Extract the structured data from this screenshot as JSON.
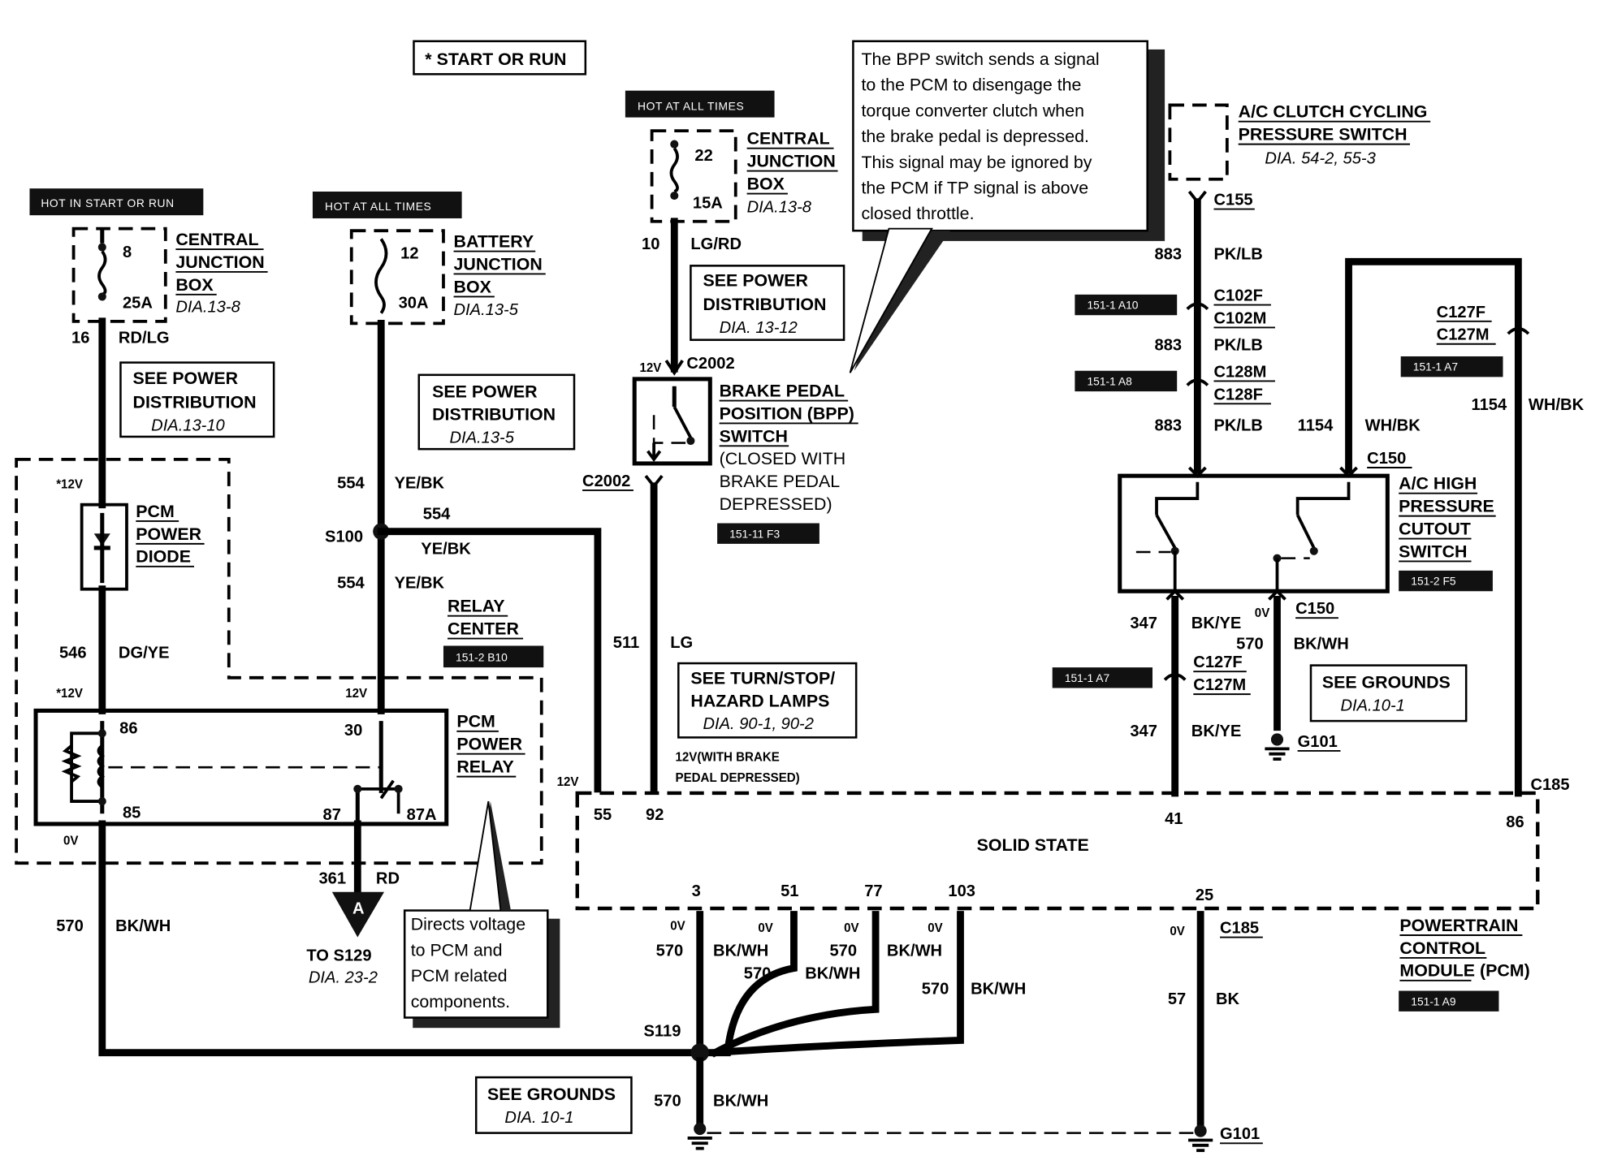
{
  "header": {
    "start_or_run": "* START OR RUN"
  },
  "sources": {
    "cjb_start_run": {
      "tag": "HOT IN START OR RUN",
      "fuse_number": "8",
      "fuse_rating": "25A",
      "name_line1": "CENTRAL",
      "name_line2": "JUNCTION",
      "name_line3": "BOX",
      "ref": "DIA.13-8"
    },
    "bjb": {
      "tag": "HOT AT ALL TIMES",
      "fuse_number": "12",
      "fuse_rating": "30A",
      "name_line1": "BATTERY",
      "name_line2": "JUNCTION",
      "name_line3": "BOX",
      "ref": "DIA.13-5"
    },
    "cjb_hot": {
      "tag": "HOT AT ALL TIMES",
      "fuse_number": "22",
      "fuse_rating": "15A",
      "name_line1": "CENTRAL",
      "name_line2": "JUNCTION",
      "name_line3": "BOX",
      "ref": "DIA.13-8"
    }
  },
  "references": {
    "power_dist_1": {
      "line1": "SEE POWER",
      "line2": "DISTRIBUTION",
      "ref": "DIA.13-10"
    },
    "power_dist_2": {
      "line1": "SEE POWER",
      "line2": "DISTRIBUTION",
      "ref": "DIA.13-5"
    },
    "power_dist_3": {
      "line1": "SEE POWER",
      "line2": "DISTRIBUTION",
      "ref": "DIA. 13-12"
    },
    "turn_stop": {
      "line1": "SEE TURN/STOP/",
      "line2": "HAZARD LAMPS",
      "ref": "DIA. 90-1, 90-2"
    },
    "grounds_right": {
      "line1": "SEE GROUNDS",
      "ref": "DIA.10-1"
    },
    "grounds_bottom": {
      "line1": "SEE GROUNDS",
      "ref": "DIA. 10-1"
    }
  },
  "components": {
    "pcm_diode": {
      "line1": "PCM",
      "line2": "POWER",
      "line3": "DIODE"
    },
    "pcm_relay": {
      "line1": "PCM",
      "line2": "POWER",
      "line3": "RELAY",
      "pin86": "86",
      "pin85": "85",
      "pin30": "30",
      "pin87": "87",
      "pin87a": "87A"
    },
    "relay_center": {
      "line1": "RELAY",
      "line2": "CENTER",
      "tag": "151-2 B10"
    },
    "bpp_switch": {
      "line1": "BRAKE PEDAL",
      "line2": "POSITION (BPP)",
      "line3": "SWITCH",
      "line4": "(CLOSED WITH",
      "line5": "BRAKE PEDAL",
      "line6": "DEPRESSED)",
      "tag": "151-11 F3"
    },
    "ac_cycling": {
      "line1": "A/C CLUTCH CYCLING",
      "line2": "PRESSURE SWITCH",
      "ref": "DIA. 54-2, 55-3"
    },
    "ac_high": {
      "line1": "A/C HIGH",
      "line2": "PRESSURE",
      "line3": "CUTOUT",
      "line4": "SWITCH",
      "tag": "151-2 F5"
    },
    "pcm": {
      "center": "SOLID STATE",
      "line1": "POWERTRAIN",
      "line2": "CONTROL",
      "line3": "MODULE (PCM)",
      "tag": "151-1 A9",
      "connector": "C185",
      "pins": [
        "55",
        "92",
        "41",
        "86",
        "3",
        "51",
        "77",
        "103",
        "25"
      ]
    }
  },
  "callouts": {
    "bpp_note": [
      "The BPP switch sends a signal",
      "to the PCM to disengage the",
      "torque converter clutch when",
      "the brake pedal is depressed.",
      "This signal may be ignored by",
      "the PCM if TP signal is above",
      "closed throttle."
    ],
    "relay_note": [
      "Directs voltage",
      "to PCM and",
      "PCM related",
      "components."
    ]
  },
  "wires": {
    "w16": {
      "circuit": "16",
      "color": "RD/LG"
    },
    "w546": {
      "circuit": "546",
      "color": "DG/YE"
    },
    "w570_left": {
      "circuit": "570",
      "color": "BK/WH"
    },
    "w554_a": {
      "circuit": "554",
      "color": "YE/BK"
    },
    "w554_b": {
      "circuit": "554",
      "color": "YE/BK"
    },
    "w554_c": {
      "circuit": "554",
      "color": "YE/BK"
    },
    "w361": {
      "circuit": "361",
      "color": "RD"
    },
    "w10": {
      "circuit": "10",
      "color": "LG/RD"
    },
    "w511": {
      "circuit": "511",
      "color": "LG"
    },
    "w883_a": {
      "circuit": "883",
      "color": "PK/LB"
    },
    "w883_b": {
      "circuit": "883",
      "color": "PK/LB"
    },
    "w883_c": {
      "circuit": "883",
      "color": "PK/LB"
    },
    "w1154_a": {
      "circuit": "1154",
      "color": "WH/BK"
    },
    "w1154_b": {
      "circuit": "1154",
      "color": "WH/BK"
    },
    "w347_a": {
      "circuit": "347",
      "color": "BK/YE"
    },
    "w347_b": {
      "circuit": "347",
      "color": "BK/YE"
    },
    "w570_r": {
      "circuit": "570",
      "color": "BK/WH"
    },
    "w570_g1": {
      "circuit": "570",
      "color": "BK/WH"
    },
    "w570_g2": {
      "circuit": "570",
      "color": "BK/WH"
    },
    "w570_g3": {
      "circuit": "570",
      "color": "BK/WH"
    },
    "w570_g4": {
      "circuit": "570",
      "color": "BK/WH"
    },
    "w570_bot": {
      "circuit": "570",
      "color": "BK/WH"
    },
    "w57": {
      "circuit": "57",
      "color": "BK"
    }
  },
  "connectors": {
    "s100": "S100",
    "s119": "S119",
    "c2002_a": "C2002",
    "c2002_b": "C2002",
    "c155": "C155",
    "c102f": "C102F",
    "c102m": "C102M",
    "c128m": "C128M",
    "c128f": "C128F",
    "c150_a": "C150",
    "c150_b": "C150",
    "c127f_a": "C127F",
    "c127m_a": "C127M",
    "c127f_b": "C127F",
    "c127m_b": "C127M",
    "c185_a": "C185",
    "c185_b": "C185",
    "g101_a": "G101",
    "g101_b": "G101",
    "to_s129": "TO S129",
    "to_s129_ref": "DIA. 23-2",
    "arrow_a": "A"
  },
  "grid_tags": {
    "t_a10": "151-1 A10",
    "t_a8": "151-1 A8",
    "t_a7_left": "151-1 A7",
    "t_a7_right": "151-1 A7"
  },
  "voltages": {
    "v12_diode_top": "*12V",
    "v12_diode_bot": "*12V",
    "v0_relay": "0V",
    "v12_relay30": "12V",
    "v12_c2002": "12V",
    "v12_pin55": "12V",
    "v12_brake": "12V(WITH BRAKE",
    "v12_brake2": "PEDAL DEPRESSED)",
    "v0_c150": "0V",
    "v0_g1": "0V",
    "v0_g2": "0V",
    "v0_g3": "0V",
    "v0_g4": "0V",
    "v0_c185": "0V"
  }
}
